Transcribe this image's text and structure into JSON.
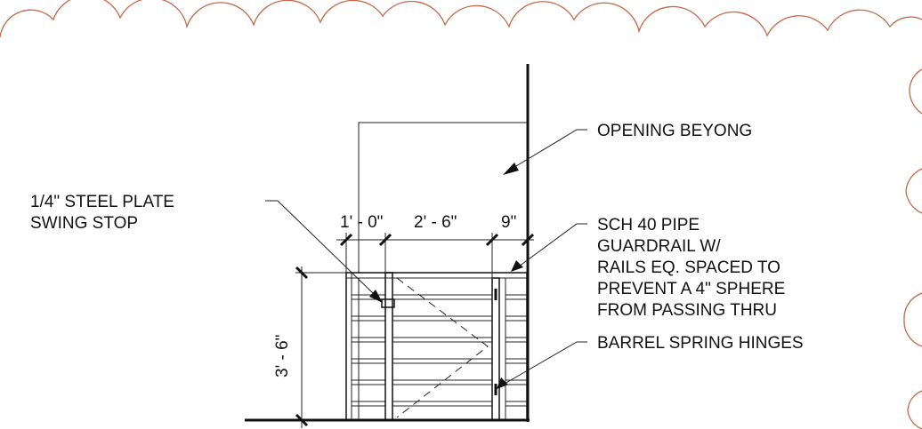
{
  "notes": {
    "opening": "OPENING BEYONG",
    "plate_line1": "1/4\" STEEL PLATE",
    "plate_line2": "SWING STOP",
    "pipe_line1": "SCH 40 PIPE",
    "pipe_line2": "GUARDRAIL W/",
    "pipe_line3": "RAILS EQ. SPACED TO",
    "pipe_line4": "PREVENT A 4\" SPHERE",
    "pipe_line5": "FROM PASSING THRU",
    "hinges": "BARREL SPRING HINGES"
  },
  "dimensions": {
    "d1": "1' - 0\"",
    "d2": "2' - 6\"",
    "d3": "9\"",
    "height": "3' - 6\""
  },
  "colors": {
    "linework": "#111111",
    "revision_cloud": "#c56a4a",
    "background": "#ffffff"
  }
}
